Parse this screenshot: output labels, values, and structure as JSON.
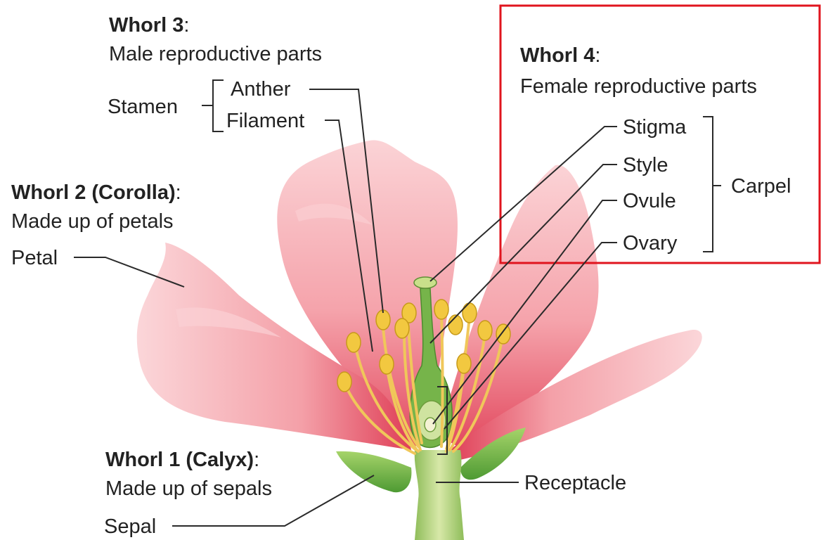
{
  "whorl3": {
    "title": "Whorl 3",
    "colon": ":",
    "subtitle": "Male reproductive parts"
  },
  "stamen": {
    "group": "Stamen",
    "anther": "Anther",
    "filament": "Filament"
  },
  "whorl2": {
    "title": "Whorl 2 (Corolla)",
    "colon": ":",
    "subtitle": "Made up of petals",
    "petal": "Petal"
  },
  "whorl4": {
    "title": "Whorl 4",
    "colon": ":",
    "subtitle": "Female reproductive parts"
  },
  "carpel": {
    "group": "Carpel",
    "stigma": "Stigma",
    "style": "Style",
    "ovule": "Ovule",
    "ovary": "Ovary"
  },
  "whorl1": {
    "title": "Whorl 1 (Calyx)",
    "colon": ":",
    "subtitle": "Made up of sepals",
    "sepal": "Sepal"
  },
  "receptacle": "Receptacle",
  "colors": {
    "highlight_box": "#e0141e",
    "petal": "#f4a6ab",
    "petal_dark": "#e2475d",
    "sepal": "#7cc04a",
    "anther": "#f2c840",
    "filament": "#f0c75a"
  }
}
